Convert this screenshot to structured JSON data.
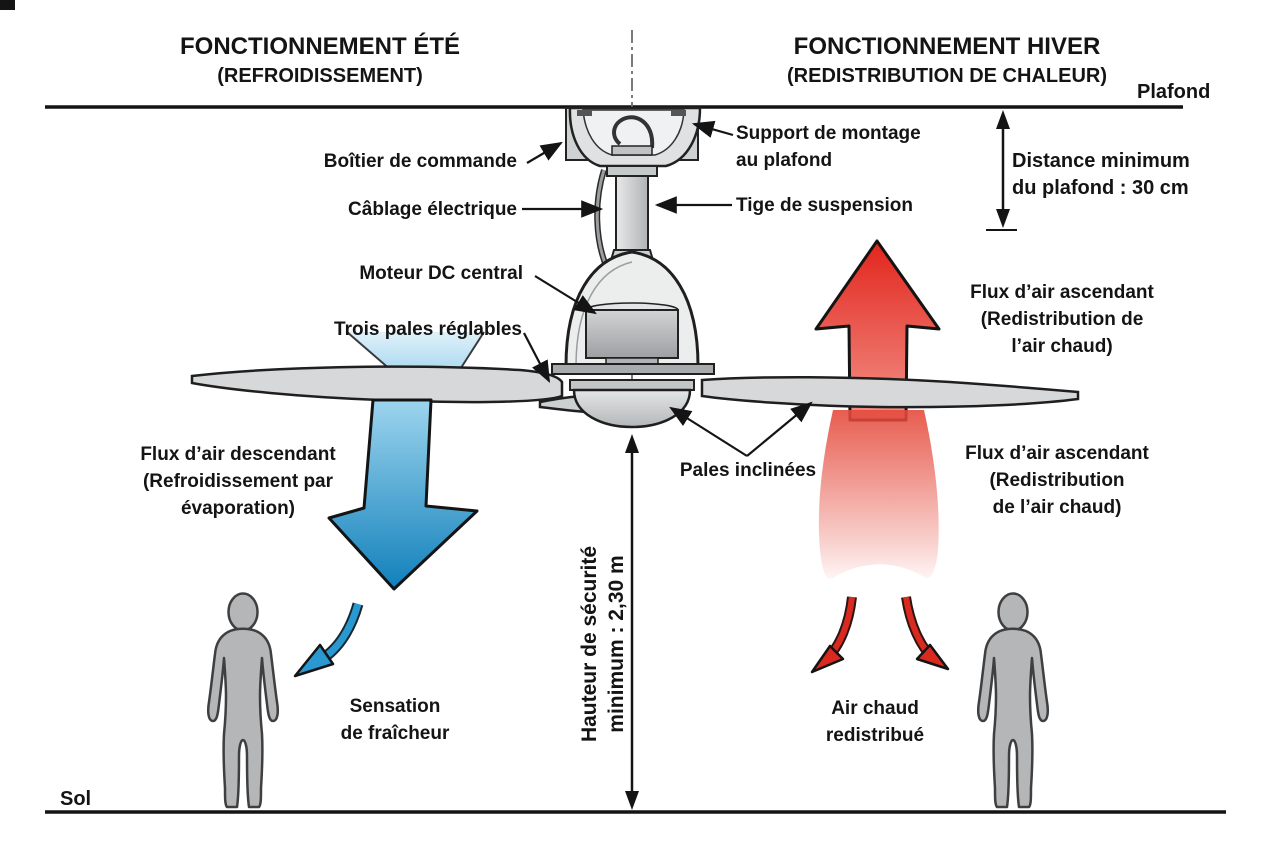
{
  "titles": {
    "summer": {
      "line1": "FONCTIONNEMENT ÉTÉ",
      "line2": "(REFROIDISSEMENT)"
    },
    "winter": {
      "line1": "FONCTIONNEMENT HIVER",
      "line2": "(REDISTRIBUTION DE CHALEUR)"
    }
  },
  "boundaries": {
    "ceiling": "Plafond",
    "floor": "Sol"
  },
  "callouts": {
    "control_box": "Boîtier de commande",
    "wiring": "Câblage électrique",
    "motor": "Moteur DC central",
    "blades": "Trois pales réglables",
    "mount": "Support de montage\nau plafond",
    "rod": "Tige de suspension",
    "tilted_blades": "Pales inclinées"
  },
  "measurements": {
    "ceiling_distance": "Distance minimum\ndu plafond : 30 cm",
    "safety_height": "Hauteur de sécurité\nminimum : 2,30 m"
  },
  "flows": {
    "down": "Flux d’air descendant\n(Refroidissement par\névaporation)",
    "up_top": "Flux d’air ascendant\n(Redistribution de\nl’air chaud)",
    "up_bottom": "Flux d’air ascendant\n(Redistribution\nde l’air chaud)",
    "cool": "Sensation\nde fraîcheur",
    "warm": "Air chaud\nredistribué"
  },
  "colors": {
    "cool_flow_blue": "#1787c2",
    "cool_flow_blue_light": "#9ed5ee",
    "warm_flow_red": "#e3251c",
    "warm_flow_red_light": "#f2958c",
    "fan_gray": "#d6d8d9",
    "person_gray": "#b4b6b8",
    "ink": "#141414"
  }
}
